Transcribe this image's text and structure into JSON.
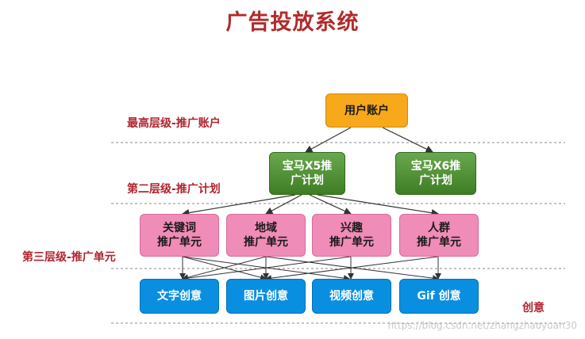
{
  "title": "广告投放系统",
  "levels": {
    "top": "最高层级-推广账户",
    "second": "第二层级-推广计划",
    "third": "第三层级-推广单元",
    "creative": "创意"
  },
  "nodes": {
    "account": {
      "line1": "用户账户"
    },
    "plan1": {
      "line1": "宝马X5推",
      "line2": "广计划"
    },
    "plan2": {
      "line1": "宝马X6推",
      "line2": "广计划"
    },
    "unit1": {
      "line1": "关键词",
      "line2": "推广单元"
    },
    "unit2": {
      "line1": "地域",
      "line2": "推广单元"
    },
    "unit3": {
      "line1": "兴趣",
      "line2": "推广单元"
    },
    "unit4": {
      "line1": "人群",
      "line2": "推广单元"
    },
    "creative1": {
      "line1": "文字创意"
    },
    "creative2": {
      "line1": "图片创意"
    },
    "creative3": {
      "line1": "视频创意"
    },
    "creative4": {
      "line1": "Gif 创意"
    }
  },
  "watermark": "https://blog.csdn.net/zhangzhaoyuan30",
  "colors": {
    "title": "#b22a2a",
    "label": "#b0242e",
    "account": "#f7a81b",
    "plan": "#4f8f34",
    "unit": "#f08cb8",
    "creative": "#0a8fe0"
  }
}
